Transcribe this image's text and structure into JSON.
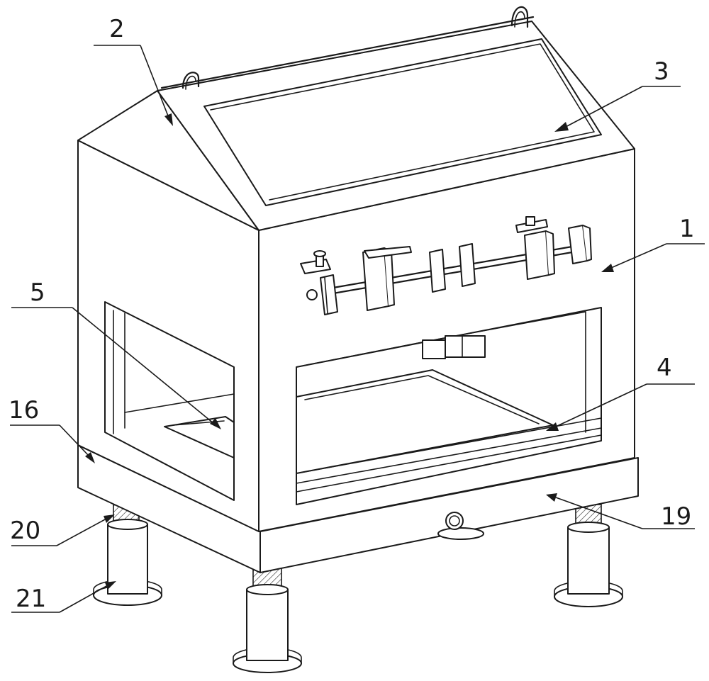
{
  "labels": {
    "l1": "1",
    "l2": "2",
    "l3": "3",
    "l4": "4",
    "l5": "5",
    "l16": "16",
    "l19": "19",
    "l20": "20",
    "l21": "21"
  },
  "colors": {
    "line": "#1a1a1a",
    "background": "#ffffff"
  }
}
